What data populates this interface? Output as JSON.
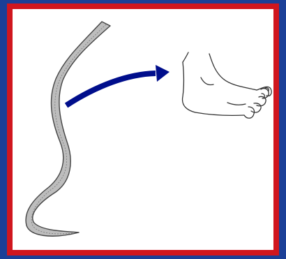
{
  "diagram": {
    "colors": {
      "outer_border": "#1b3f97",
      "inner_border": "#d0161e",
      "background": "#ffffff",
      "arrow": "#000e8c",
      "worm_fill": "#bdbdbd",
      "line": "#333333"
    },
    "elements": [
      {
        "name": "worm-illustration",
        "icon": "hookworm-larva"
      },
      {
        "name": "direction-arrow",
        "icon": "curved-right-arrow"
      },
      {
        "name": "foot-illustration",
        "icon": "human-foot"
      }
    ]
  }
}
